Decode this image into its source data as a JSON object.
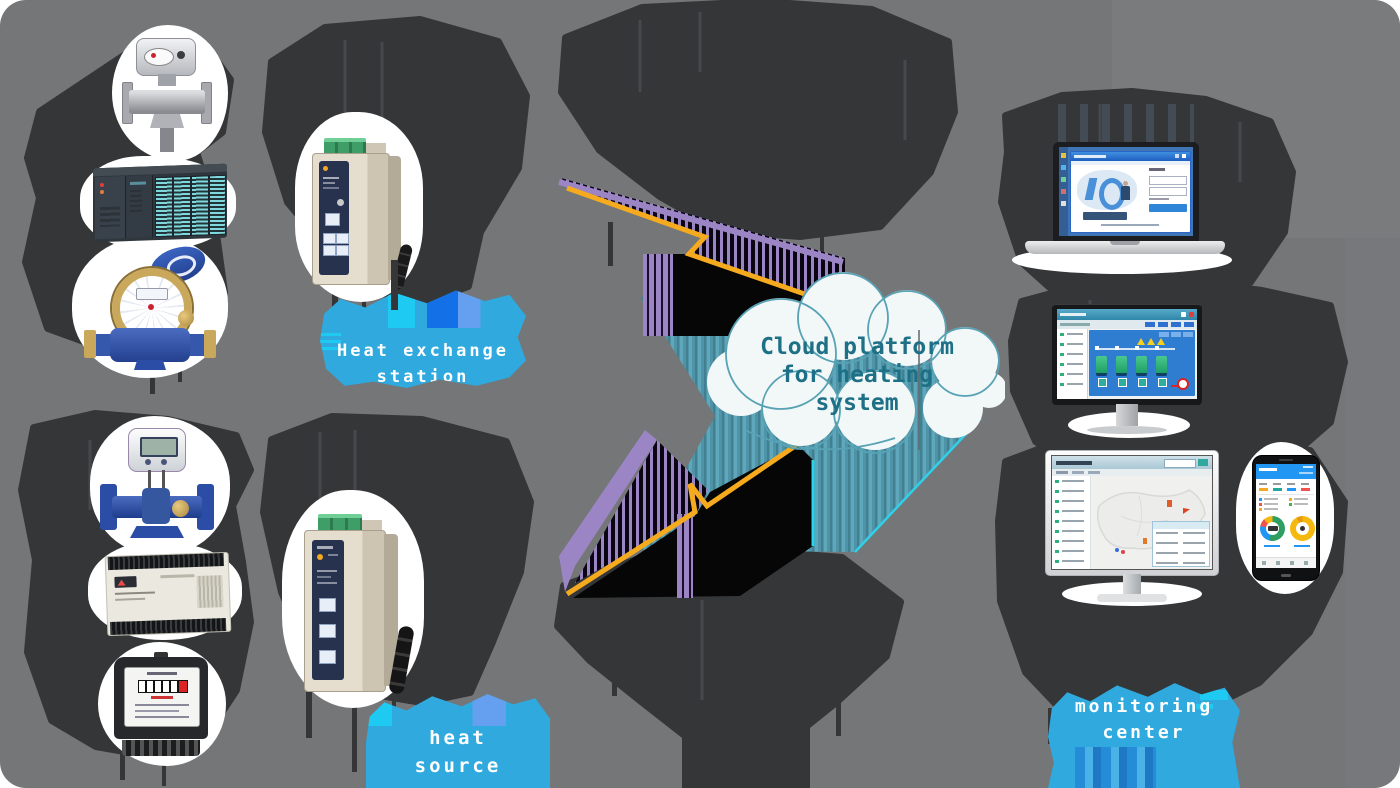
{
  "title": "Heating system IoT cloud architecture diagram",
  "colors": {
    "background": "#747678",
    "ink_blob": "#343638",
    "banner_blue": "#2fa9de",
    "banner_cyan": "#1ec9f2",
    "banner_deep_blue": "#1470e6",
    "bolt_purple": "#9b85c5",
    "bolt_yellow": "#f5ab1d",
    "arrow_teal": "#4f93a8",
    "cloud_text": "#1d7086"
  },
  "cloud": {
    "lines": [
      "Cloud platform",
      "for heating",
      "system"
    ]
  },
  "labels": {
    "heat_exchange": {
      "line1": "Heat exchange",
      "line2": "station"
    },
    "heat_source": {
      "line1": "heat",
      "line2": "source"
    },
    "monitoring_center": {
      "line1": "monitoring",
      "line2": "center"
    }
  },
  "field_devices": {
    "heat_exchange_group": [
      "flow-meter",
      "plc-rack",
      "mechanical-water-meter"
    ],
    "heat_source_group": [
      "ultrasonic-heat-meter",
      "plc-module",
      "electric-energy-meter"
    ],
    "gateways": [
      "industrial-router-heat-exchange",
      "industrial-router-heat-source"
    ]
  },
  "monitoring_screens": [
    "laptop-login-screen",
    "scada-pump-monitor",
    "map-monitor",
    "mobile-app-phone"
  ]
}
